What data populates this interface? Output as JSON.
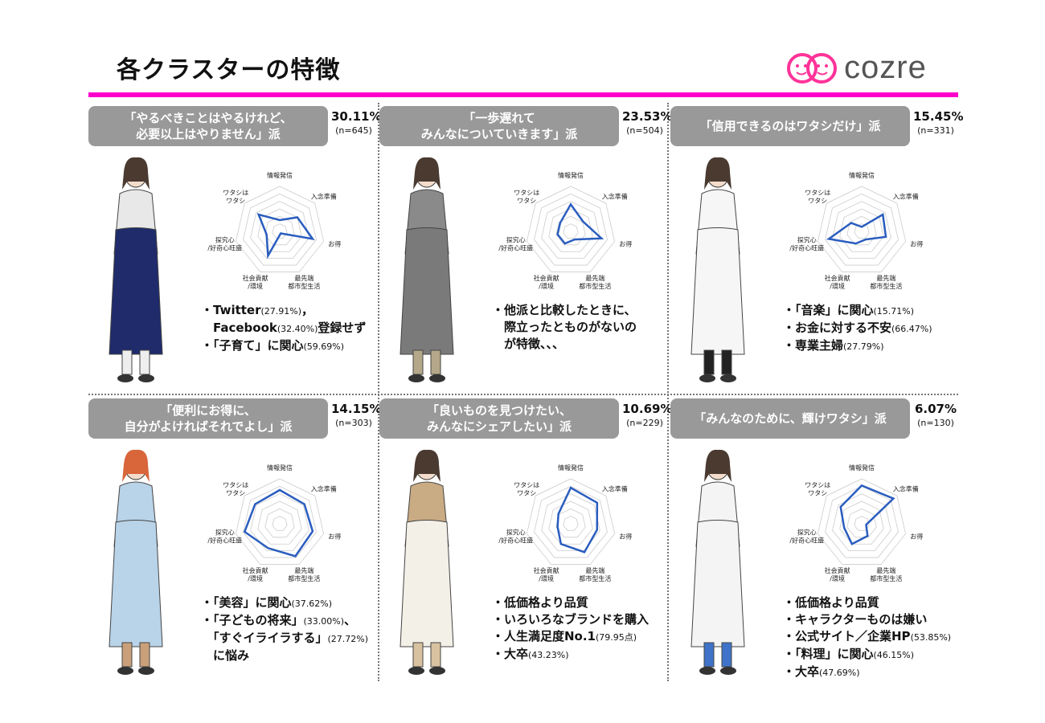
{
  "title": "各クラスターの特徴",
  "logo": {
    "text": "cozre"
  },
  "colors": {
    "accent": "#ff00cc",
    "radar_line": "#2a5dbf",
    "label_bg": "#999999"
  },
  "radar_axes": [
    "情報発信",
    "入念準備",
    "お得",
    "最先端\n都市型生活",
    "社会貢献\n/環境",
    "探究心\n/好奇心旺盛",
    "ワタシは\nワタシ"
  ],
  "clusters": [
    {
      "label_lines": [
        "「やるべきことはやるけれど、",
        "必要以上はやりません」派"
      ],
      "percent": "30.11%",
      "n": "(n=645)",
      "radar": [
        0.25,
        0.5,
        0.75,
        0.05,
        0.6,
        0.3,
        0.6
      ],
      "bullets": [
        [
          {
            "t": "・Twitter"
          },
          {
            "t": "(27.91%)",
            "s": 1
          },
          {
            "t": "，"
          }
        ],
        [
          {
            "t": "　Facebook"
          },
          {
            "t": "(32.40%)",
            "s": 1
          },
          {
            "t": "登録せず"
          }
        ],
        [
          {
            "t": "・「子育て」に関心"
          },
          {
            "t": "(59.69%)",
            "s": 1
          }
        ]
      ],
      "figure": {
        "top": "#e8e8e8",
        "dress": "#1f2b6b",
        "legs": "#eeeeee"
      }
    },
    {
      "label_lines": [
        "「一歩遅れて",
        "みんなについていきます」派"
      ],
      "percent": "23.53%",
      "n": "(n=504)",
      "radar": [
        0.6,
        0.35,
        0.7,
        0.2,
        0.3,
        0.3,
        0.3
      ],
      "bullets": [
        [
          {
            "t": "・他派と比較したときに、"
          }
        ],
        [
          {
            "t": "　際立ったとものがないの"
          }
        ],
        [
          {
            "t": "　が特徴、、、"
          }
        ]
      ],
      "figure": {
        "top": "#8a8a8a",
        "dress": "#7a7a7a",
        "legs": "#b5a88a"
      }
    },
    {
      "label_lines": [
        "「信用できるのはワタシだけ」派"
      ],
      "percent": "15.45%",
      "n": "(n=331)",
      "radar": [
        0.1,
        0.6,
        0.55,
        0.2,
        0.3,
        0.75,
        0.3
      ],
      "bullets": [
        [
          {
            "t": "・「音楽」に関心"
          },
          {
            "t": "(15.71%)",
            "s": 1
          }
        ],
        [
          {
            "t": "・お金に対する不安"
          },
          {
            "t": "(66.47%)",
            "s": 1
          }
        ],
        [
          {
            "t": "・専業主婦"
          },
          {
            "t": "(27.79%)",
            "s": 1
          }
        ]
      ],
      "figure": {
        "top": "#f6f6f6",
        "dress": "#f6f6f6",
        "legs": "#222222"
      }
    },
    {
      "label_lines": [
        "「便利にお得に、",
        "自分がよければそれでよし」派"
      ],
      "percent": "14.15%",
      "n": "(n=303)",
      "radar": [
        0.75,
        0.7,
        0.75,
        0.8,
        0.6,
        0.8,
        0.7
      ],
      "bullets": [
        [
          {
            "t": "・「美容」に関心"
          },
          {
            "t": "(37.62%)",
            "s": 1
          }
        ],
        [
          {
            "t": "・「子どもの将来」"
          },
          {
            "t": "(33.00%)",
            "s": 1
          },
          {
            "t": "、"
          }
        ],
        [
          {
            "t": "　「すぐイライラする」"
          },
          {
            "t": "(27.72%)",
            "s": 1
          }
        ],
        [
          {
            "t": "　に悩み"
          }
        ]
      ],
      "figure": {
        "top": "#b9d3e8",
        "dress": "#b9d3e8",
        "legs": "#c9a07a"
      }
    },
    {
      "label_lines": [
        "「良いものを見つけたい、",
        "みんなにシェアしたい」派"
      ],
      "percent": "10.69%",
      "n": "(n=229)",
      "radar": [
        0.8,
        0.75,
        0.6,
        0.7,
        0.5,
        0.3,
        0.35
      ],
      "bullets": [
        [
          {
            "t": "・低価格より品質"
          }
        ],
        [
          {
            "t": "・いろいろなブランドを購入"
          }
        ],
        [
          {
            "t": "・人生満足度No.1"
          },
          {
            "t": "(79.95点)",
            "s": 1
          }
        ],
        [
          {
            "t": "・大卒"
          },
          {
            "t": "(43.23%)",
            "s": 1
          }
        ]
      ],
      "figure": {
        "top": "#c9ab84",
        "dress": "#f3f0e8",
        "legs": "#d8c2a0"
      }
    },
    {
      "label_lines": [
        "「みんなのために、輝けワタシ」派"
      ],
      "percent": "6.07%",
      "n": "(n=130)",
      "radar": [
        0.85,
        0.9,
        0.1,
        0.3,
        0.5,
        0.4,
        0.6
      ],
      "bullets": [
        [
          {
            "t": "・低価格より品質"
          }
        ],
        [
          {
            "t": "・キャラクターものは嫌い"
          }
        ],
        [
          {
            "t": "・公式サイト／企業HP"
          },
          {
            "t": "(53.85%)",
            "s": 1
          }
        ],
        [
          {
            "t": "・「料理」に関心"
          },
          {
            "t": "(46.15%)",
            "s": 1
          }
        ],
        [
          {
            "t": "・大卒"
          },
          {
            "t": "(47.69%)",
            "s": 1
          }
        ]
      ],
      "figure": {
        "top": "#f4f4f4",
        "dress": "#f4f4f4",
        "legs": "#3f73c9"
      }
    }
  ]
}
